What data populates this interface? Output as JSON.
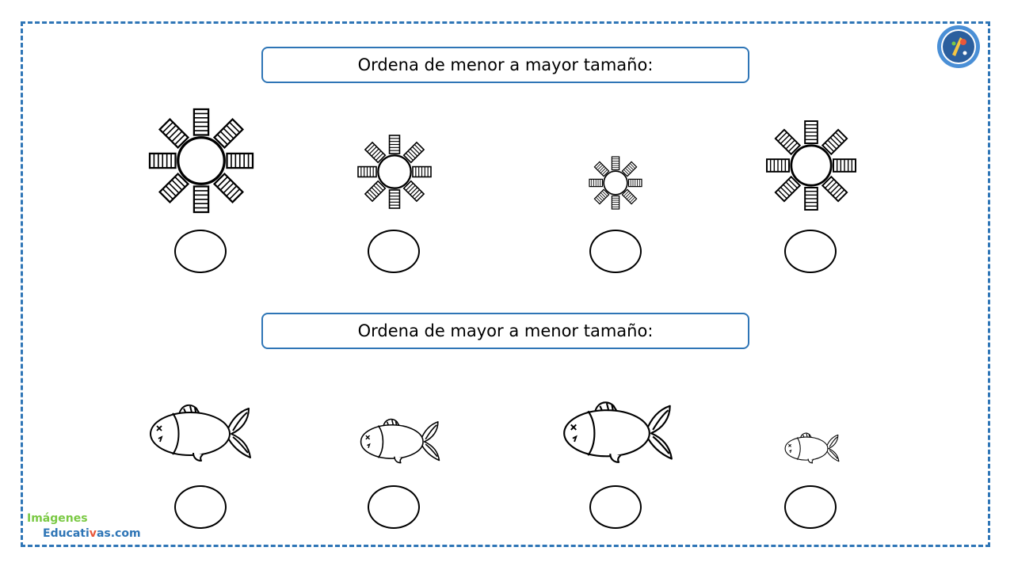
{
  "section1": {
    "title": "Ordena de menor a mayor tamaño:"
  },
  "section2": {
    "title": "Ordena de mayor a menor tamaño:"
  },
  "brand": {
    "line1": "Imágenes",
    "line2_a": "Educati",
    "line2_b": "v",
    "line2_c": "as.com"
  },
  "colors": {
    "frame": "#2e75b6",
    "ink": "#000000"
  },
  "icons": {
    "item1": "sun-icon",
    "item2": "fish-icon",
    "answer": "answer-oval",
    "logo": "logo-badge-icon"
  }
}
